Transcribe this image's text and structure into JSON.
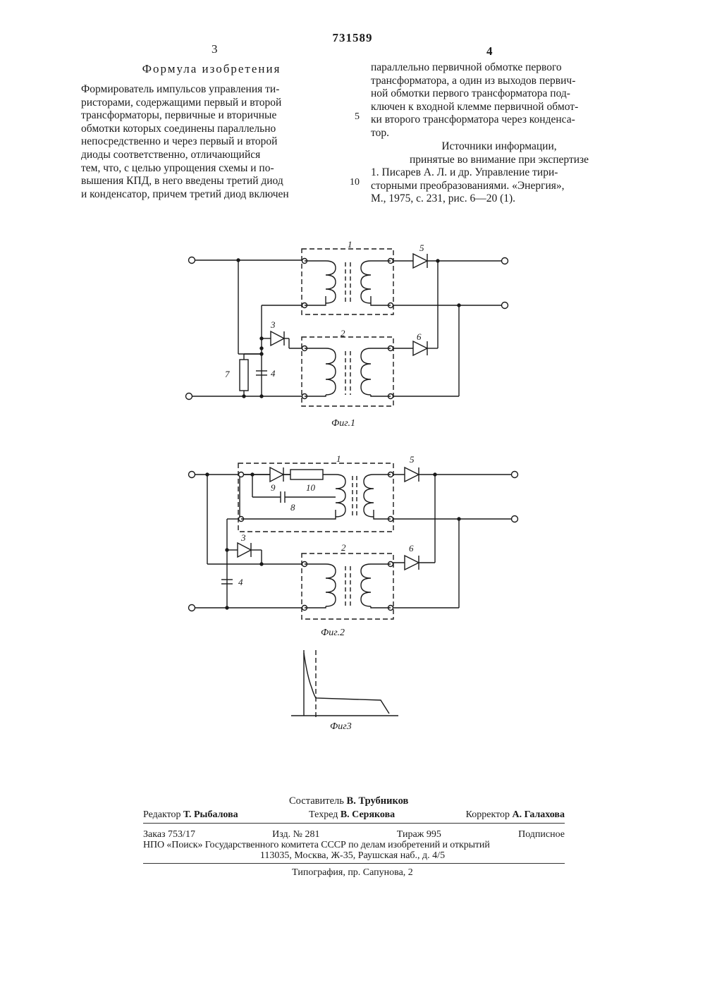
{
  "patent_number": "731589",
  "column_numbers": {
    "left": "3",
    "right": "4"
  },
  "heading": "Формула изобретения",
  "left_column": [
    "Формирователь импульсов управления ти-",
    "ристорами, содержащими первый и второй",
    "трансформаторы, первичные и вторичные",
    "обмотки которых соединены параллельно",
    "непосредственно и через первый и второй",
    "диоды соответственно, отличающийся",
    "тем, что, с целью упрощения схемы и по-",
    "вышения КПД, в него введены третий диод",
    "и конденсатор, причем третий диод включен"
  ],
  "right_column": [
    "параллельно первичной обмотке первого",
    "трансформатора, а один из выходов первич-",
    "ной обмотки первого трансформатора под-",
    "ключен к входной клемме первичной обмот-",
    "ки второго трансформатора через конденса-",
    "тор."
  ],
  "line_numbers": {
    "five": "5",
    "ten": "10"
  },
  "sources": {
    "title": "Источники информации,",
    "subtitle": "принятые во внимание при экспертизе",
    "lines": [
      "1. Писарев А. Л. и др. Управление тири-",
      "сторными преобразованиями. «Энергия»,",
      "М., 1975, с. 231, рис. 6—20 (1)."
    ]
  },
  "figures": {
    "fig1": {
      "caption": "Фиг.1",
      "labels": {
        "t1": "1",
        "t2": "2",
        "d3": "3",
        "c4": "4",
        "d5": "5",
        "d6": "6",
        "r7": "7"
      }
    },
    "fig2": {
      "caption": "Фиг.2",
      "labels": {
        "t1": "1",
        "t2": "2",
        "d3": "3",
        "c4": "4",
        "d5": "5",
        "d6": "6",
        "c8": "8",
        "d9": "9",
        "r10": "10"
      }
    },
    "fig3": {
      "caption": "Фиг3"
    }
  },
  "footer": {
    "compiler_label": "Составитель",
    "compiler_name": "В. Трубников",
    "editor_label": "Редактор",
    "editor_name": "Т. Рыбалова",
    "techred_label": "Техред",
    "techred_name": "В. Серякова",
    "corrector_label": "Корректор",
    "corrector_name": "А. Галахова",
    "order": "Заказ 753/17",
    "issue": "Изд. № 281",
    "circulation": "Тираж 995",
    "subscription": "Подписное",
    "publisher": "НПО «Поиск» Государственного комитета СССР по делам изобретений и открытий",
    "address": "113035, Москва, Ж-35, Раушская наб., д. 4/5",
    "printer": "Типография, пр. Сапунова, 2"
  }
}
